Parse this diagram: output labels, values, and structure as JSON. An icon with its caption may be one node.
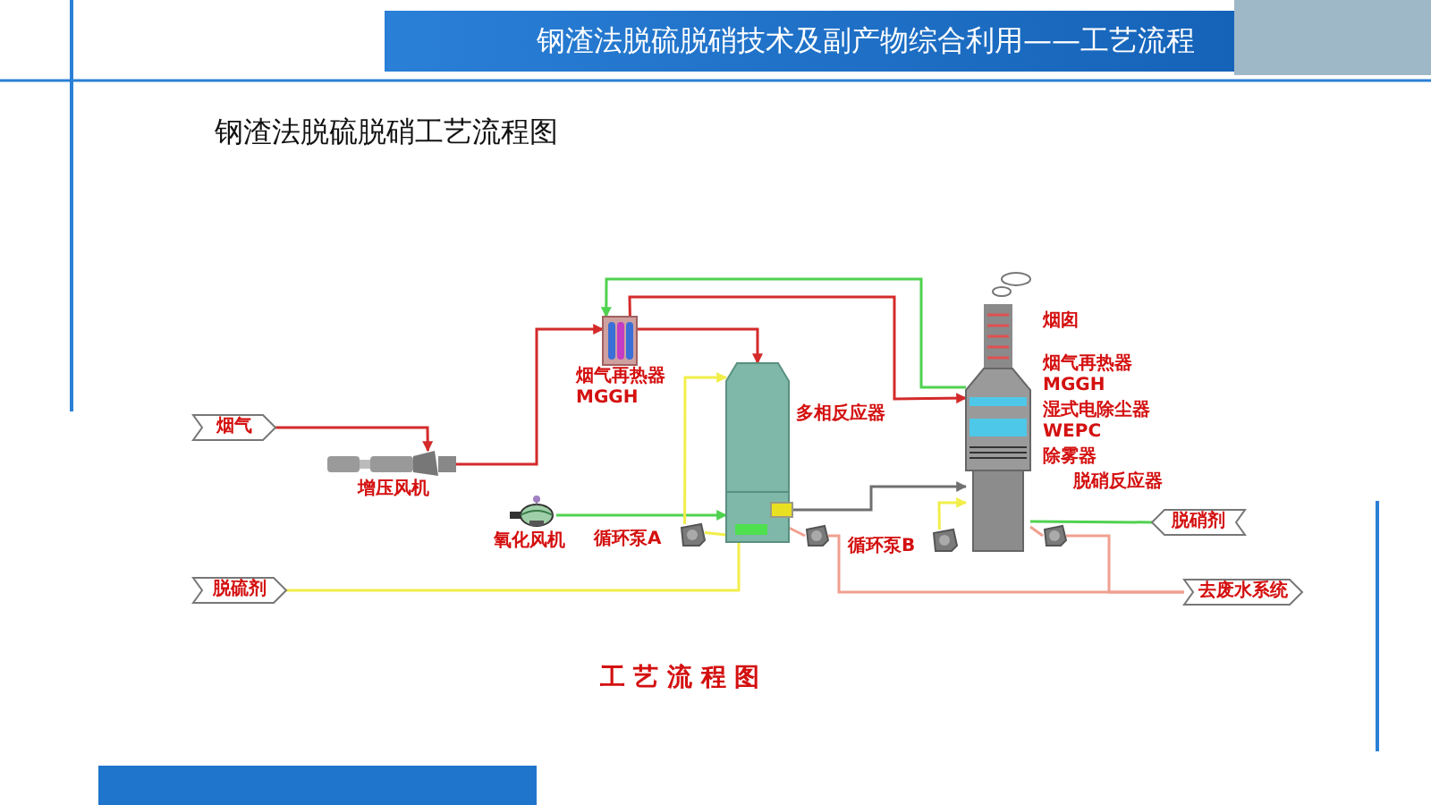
{
  "diagram": {
    "title": "钢渣法脱硫脱硝工艺流程图",
    "caption": "工 艺 流 程 图",
    "nodes": [
      {
        "text": [
          "烟气"
        ]
      },
      {
        "text": [],
        "shape": "picture",
        "beside": [
          "增压风机"
        ]
      },
      {
        "text": [],
        "shape": "picture",
        "beside": [
          "烟气再热器 MGGH"
        ]
      },
      {
        "text": [],
        "shape": "picture",
        "beside": [
          "多相反应器"
        ]
      },
      {
        "text": [],
        "shape": "picture",
        "beside": [
          "氧化风机"
        ]
      },
      {
        "text": [],
        "shape": "picture",
        "beside": [
          "循环泵A"
        ]
      },
      {
        "text": [
          "脱硫剂"
        ]
      },
      {
        "text": [],
        "shape": "picture",
        "beside": [
          "烟囱",
          "烟气再热器 MGGH",
          "湿式电除尘器 WEPC",
          "除雾器",
          "脱硝反应器"
        ]
      },
      {
        "text": [],
        "shape": "picture",
        "beside": [
          "循环泵B"
        ]
      },
      {
        "text": [
          "脱硝剂"
        ]
      },
      {
        "text": [
          "去废水系统"
        ]
      },
      {
        "text": [],
        "shape": "picture"
      },
      {
        "text": [],
        "shape": "picture"
      }
    ],
    "edges": [
      {
        "from": 0,
        "to": 1,
        "arrow": "to",
        "color": "#d42a2a"
      },
      {
        "from": 1,
        "to": 2,
        "arrow": "to",
        "color": "#d42a2a"
      },
      {
        "from": 2,
        "to": 3,
        "arrow": "to",
        "color": "#d42a2a"
      },
      {
        "from": 2,
        "to": 7,
        "arrow": "to",
        "color": "#d42a2a"
      },
      {
        "from": 7,
        "to": 2,
        "arrow": "to",
        "color": "#4fd24f"
      },
      {
        "from": 4,
        "to": 3,
        "arrow": "to",
        "color": "#4fd24f"
      },
      {
        "from": 5,
        "to": 3,
        "arrow": "to",
        "color": "#f2ee4a"
      },
      {
        "from": 3,
        "to": 5,
        "arrow": "none",
        "color": "#f2ee4a"
      },
      {
        "from": 6,
        "to": 3,
        "arrow": "none",
        "color": "#f2ee4a"
      },
      {
        "from": 3,
        "to": 7,
        "arrow": "to",
        "color": "#707070"
      },
      {
        "from": 8,
        "to": 7,
        "arrow": "to",
        "color": "#f2ee4a"
      },
      {
        "from": 9,
        "to": 7,
        "arrow": "none",
        "color": "#4fd24f"
      },
      {
        "from": 3,
        "to": 11,
        "arrow": "none",
        "color": "#f0a090"
      },
      {
        "from": 11,
        "to": 10,
        "arrow": "none",
        "color": "#f0a090"
      },
      {
        "from": 7,
        "to": 12,
        "arrow": "none",
        "color": "#f0a090"
      },
      {
        "from": 12,
        "to": 10,
        "arrow": "none",
        "color": "#f0a090"
      }
    ],
    "labels": [
      "钢渣法脱硫脱硝技术及副产物综合利用——工艺流程"
    ]
  }
}
